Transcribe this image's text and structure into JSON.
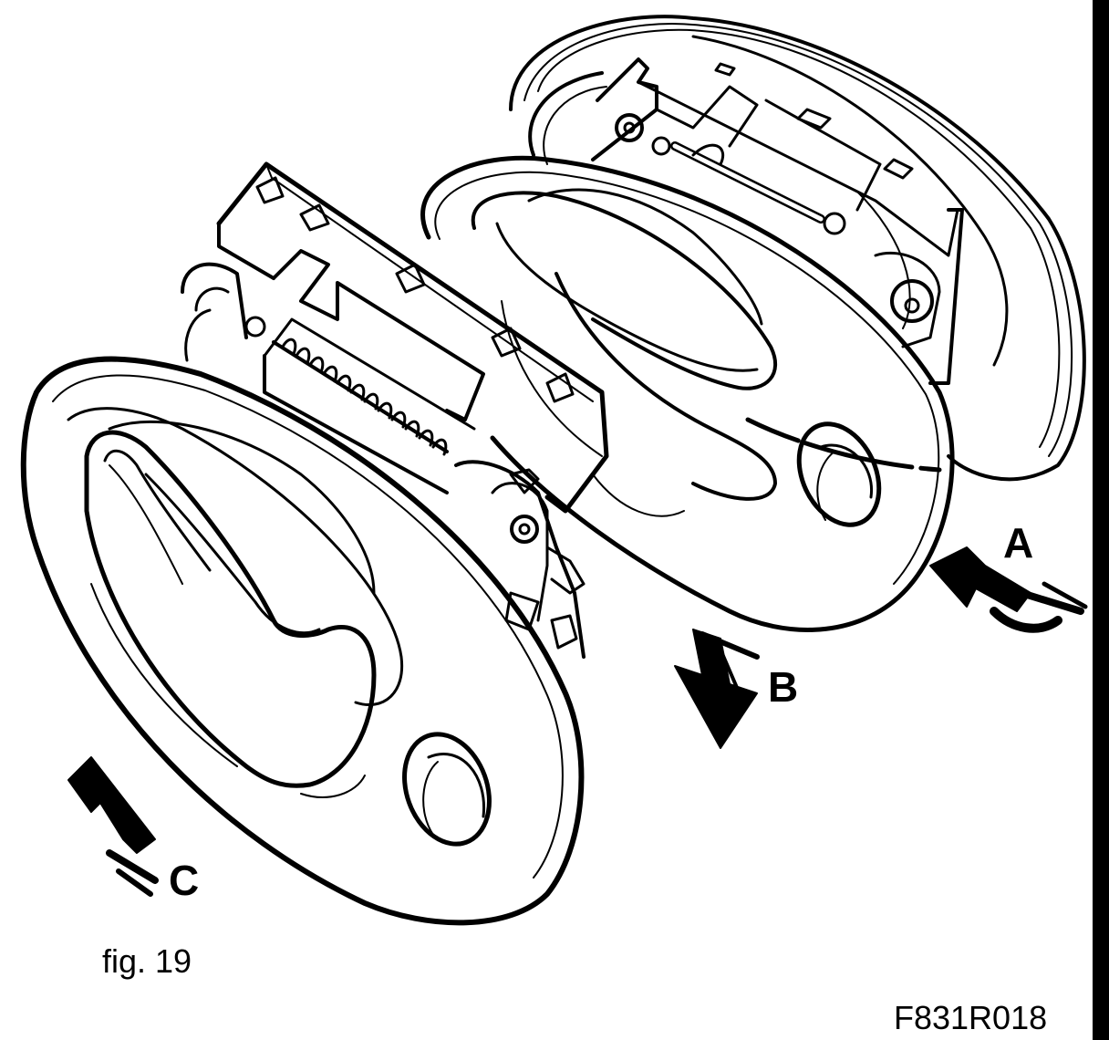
{
  "figure": {
    "arrow_labels": {
      "a": "A",
      "b": "B",
      "c": "C"
    },
    "caption": "fig. 19",
    "reference_code": "F831R018"
  },
  "colors": {
    "ink": "#000000",
    "paper": "#ffffff"
  }
}
